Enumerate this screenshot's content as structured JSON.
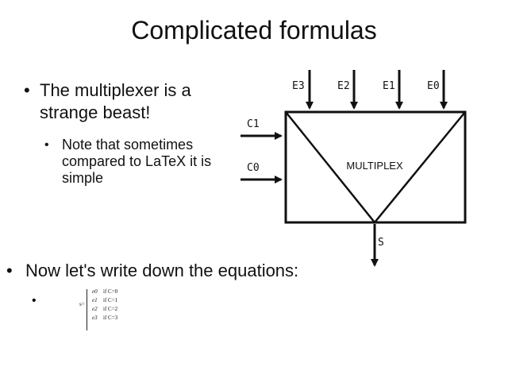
{
  "slide": {
    "title": "Complicated formulas",
    "bullets": [
      {
        "text": "The multiplexer is a strange beast!"
      },
      {
        "text": "Note that sometimes compared to LaTeX it is simple"
      },
      {
        "text": "Now let's write down the equations:"
      }
    ],
    "bullet_glyph": "•"
  },
  "diagram": {
    "inputs_top": [
      "E3",
      "E2",
      "E1",
      "E0"
    ],
    "inputs_left": [
      "C1",
      "C0"
    ],
    "center_label": "MULTIPLEX",
    "output_label": "S"
  },
  "formula": {
    "lhs": "s=",
    "cases": [
      {
        "value": "e0",
        "condition": "if C=0"
      },
      {
        "value": "e1",
        "condition": "if C=1"
      },
      {
        "value": "e2",
        "condition": "if C=2"
      },
      {
        "value": "e3",
        "condition": "if C=3"
      }
    ]
  }
}
